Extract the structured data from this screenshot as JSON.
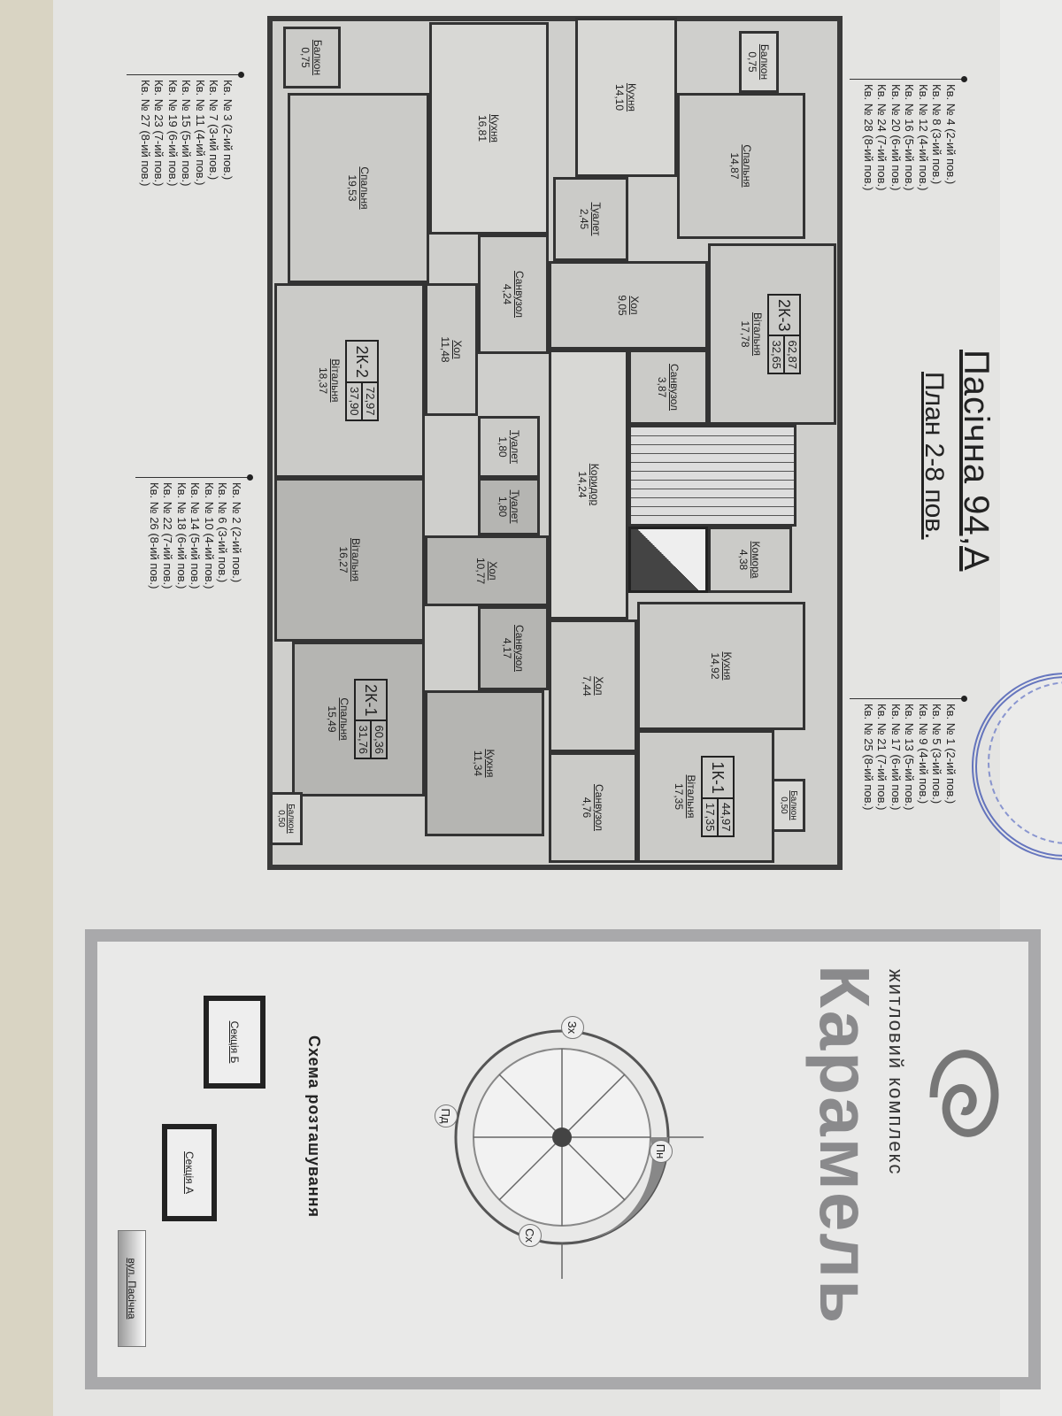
{
  "header": {
    "title": "Пасічна 94,А",
    "subtitle": "План 2-8 пов."
  },
  "apartment_lists": [
    {
      "items": [
        "Кв. № 4 (2-ий пов.)",
        "Кв. № 8 (3-ий пов.)",
        "Кв. № 12 (4-ий пов.)",
        "Кв. № 16 (5-ий пов.)",
        "Кв. № 20 (6-ий пов.)",
        "Кв. № 24 (7-ий пов.)",
        "Кв. № 28 (8-ий пов.)"
      ]
    },
    {
      "items": [
        "Кв. № 1 (2-ий пов.)",
        "Кв. № 5 (3-ий пов.)",
        "Кв. № 9 (4-ий пов.)",
        "Кв. № 13 (5-ий пов.)",
        "Кв. № 17 (6-ий пов.)",
        "Кв. № 21 (7-ий пов.)",
        "Кв. № 25 (8-ий пов.)"
      ]
    },
    {
      "items": [
        "Кв. № 3 (2-ий пов.)",
        "Кв. № 7 (3-ий пов.)",
        "Кв. № 11 (4-ий пов.)",
        "Кв. № 15 (5-ий пов.)",
        "Кв. № 19 (6-ий пов.)",
        "Кв. № 23 (7-ий пов.)",
        "Кв. № 27 (8-ий пов.)"
      ]
    },
    {
      "items": [
        "Кв. № 2 (2-ий пов.)",
        "Кв. № 6 (3-ий пов.)",
        "Кв. № 10 (4-ий пов.)",
        "Кв. № 14 (5-ий пов.)",
        "Кв. № 18 (6-ий пов.)",
        "Кв. № 22 (7-ий пов.)",
        "Кв. № 26 (8-ий пов.)"
      ]
    }
  ],
  "apartments": [
    {
      "code": "2К-3",
      "total": "62,87",
      "living": "32,65"
    },
    {
      "code": "1К-1",
      "total": "44,97",
      "living": "17,35"
    },
    {
      "code": "2К-2",
      "total": "72,97",
      "living": "37,90"
    },
    {
      "code": "2К-1",
      "total": "60,36",
      "living": "31,76"
    }
  ],
  "rooms": [
    {
      "name": "Балкон",
      "area": "0,75"
    },
    {
      "name": "Спальня",
      "area": "14,87"
    },
    {
      "name": "Кухня",
      "area": "14,10"
    },
    {
      "name": "Туалет",
      "area": "2,45"
    },
    {
      "name": "Вітальня",
      "area": "17,78"
    },
    {
      "name": "Хол",
      "area": "9,05"
    },
    {
      "name": "Санвузол",
      "area": "3,87"
    },
    {
      "name": "Коридор",
      "area": "14,24"
    },
    {
      "name": "Комора",
      "area": "4,38"
    },
    {
      "name": "Кухня",
      "area": "14,92"
    },
    {
      "name": "Хол",
      "area": "7,44"
    },
    {
      "name": "Вітальня",
      "area": "17,35"
    },
    {
      "name": "Санвузол",
      "area": "4,76"
    },
    {
      "name": "Балкон",
      "area": "0,50"
    },
    {
      "name": "Кухня",
      "area": "16,81"
    },
    {
      "name": "Балкон",
      "area": "0,75"
    },
    {
      "name": "Спальня",
      "area": "19,53"
    },
    {
      "name": "Санвузол",
      "area": "4,24"
    },
    {
      "name": "Хол",
      "area": "11,48"
    },
    {
      "name": "Вітальня",
      "area": "18,37"
    },
    {
      "name": "Туалет",
      "area": "1,80"
    },
    {
      "name": "Туалет",
      "area": "1,80"
    },
    {
      "name": "Вітальня",
      "area": "16,27"
    },
    {
      "name": "Хол",
      "area": "10,77"
    },
    {
      "name": "Санвузол",
      "area": "4,17"
    },
    {
      "name": "Спальня",
      "area": "15,49"
    },
    {
      "name": "Кухня",
      "area": "11,34"
    },
    {
      "name": "Балкон",
      "area": "0,50"
    }
  ],
  "brand": {
    "small": "житловий комплекс",
    "name": "Карамель"
  },
  "compass": {
    "west": "Зх",
    "north": "Пн",
    "east": "Сх",
    "south": "Пд"
  },
  "location_scheme": {
    "title": "Схема розташування",
    "section_b": "Секція Б",
    "section_a": "Секція А",
    "street": "вул. Пасічна"
  },
  "colors": {
    "stamp": "#3a4fb0",
    "wall": "#333333",
    "room": "#cbcbc8"
  }
}
